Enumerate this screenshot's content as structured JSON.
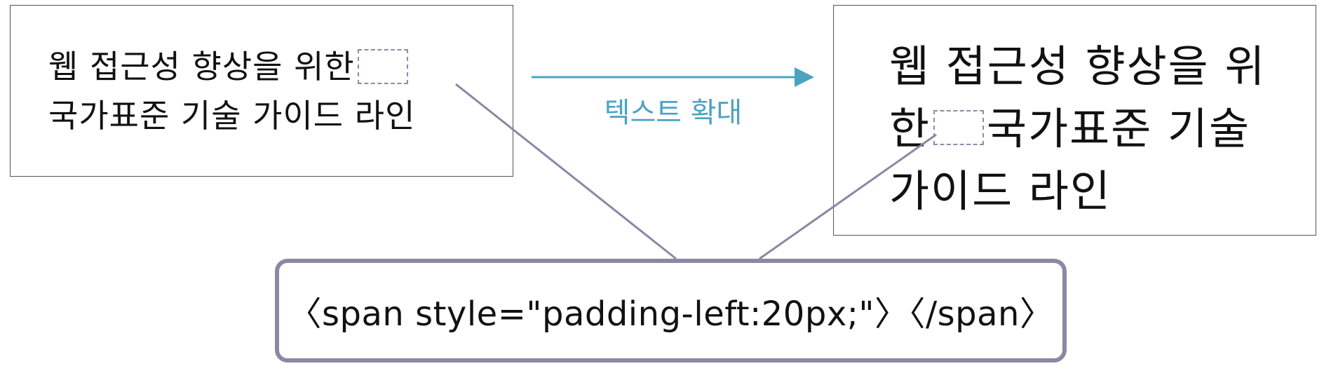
{
  "colors": {
    "arrow": "#4aa3c1",
    "connector": "#8b88a3",
    "dashed_gap": "#8e8ca6",
    "box_border": "#555555"
  },
  "before": {
    "line1": "웹 접근성 향상을 위한",
    "line2": "국가표준 기술 가이드 라인"
  },
  "after": {
    "line1": "웹 접근성 향상을 위",
    "line2_start": "한",
    "line2_end": "국가표준 기술",
    "line3": "가이드 라인"
  },
  "arrow": {
    "label": "텍스트 확대",
    "icon": "right-arrow-icon"
  },
  "code": {
    "text": "〈span style=\"padding-left:20px;\"〉〈/span〉"
  }
}
